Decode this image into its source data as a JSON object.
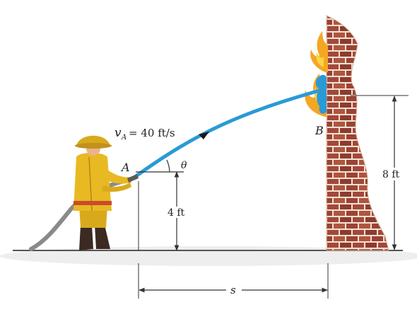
{
  "labels": {
    "velocity_symbol": "v",
    "velocity_subscript": "A",
    "velocity_value": " = 40 ft/s",
    "point_a": "A",
    "point_b": "B",
    "angle": "θ",
    "nozzle_height": "4 ft",
    "target_height": "8 ft",
    "distance": "s"
  },
  "colors": {
    "water": "#2a9ad6",
    "brick": "#a3483a",
    "mortar": "#f1e2d3",
    "firefighter": "#e8b923",
    "flame": "#f5a623",
    "ground": "#555555",
    "dimension": "#333333"
  }
}
